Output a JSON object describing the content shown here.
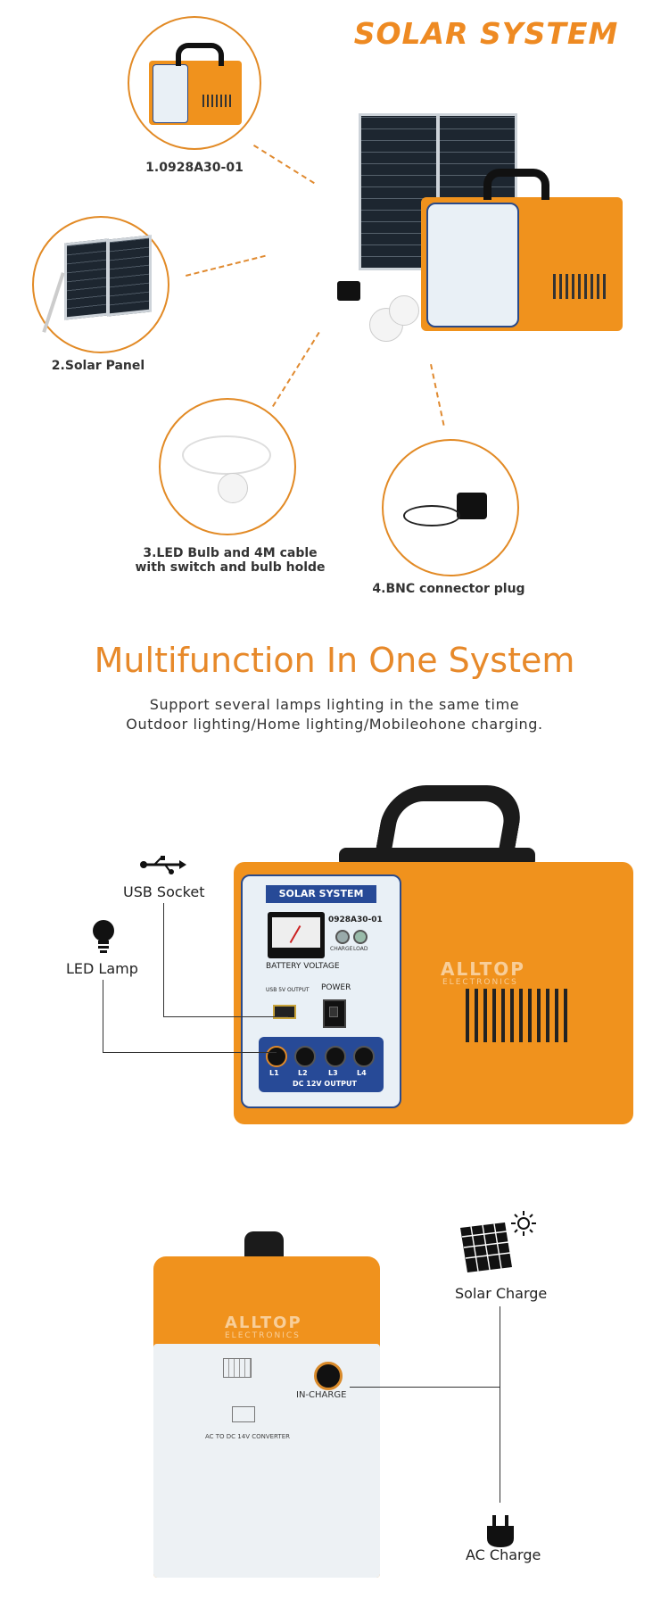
{
  "header": {
    "title": "SOLAR SYSTEM"
  },
  "components": [
    {
      "label": "1.0928A30-01"
    },
    {
      "label": "2.Solar Panel"
    },
    {
      "label_line1": "3.LED Bulb and 4M cable",
      "label_line2": "with switch and bulb holde"
    },
    {
      "label": "4.BNC connector plug"
    }
  ],
  "section": {
    "heading": "Multifunction In One System",
    "subtitle_line1": "Support several lamps lighting in the same time",
    "subtitle_line2": "Outdoor lighting/Home lighting/Mobileohone charging."
  },
  "front_callouts": {
    "usb": "USB Socket",
    "led": "LED Lamp"
  },
  "device": {
    "panel_title": "SOLAR SYSTEM",
    "model": "0928A30-01",
    "battery_voltage": "BATTERY VOLTAGE",
    "power": "POWER",
    "usb_output": "USB 5V OUTPUT",
    "charge": "CHARGE",
    "load": "LOAD",
    "outputs": [
      "L1",
      "L2",
      "L3",
      "L4"
    ],
    "dc_output": "DC 12V OUTPUT",
    "brand": "ALLTOP",
    "brand_sub": "ELECTRONICS"
  },
  "back": {
    "in_charge": "IN-CHARGE",
    "converter": "AC TO DC 14V CONVERTER",
    "solar_charge": "Solar Charge",
    "ac_charge": "AC Charge"
  },
  "colors": {
    "accent": "#ee8a22",
    "navy": "#274a97",
    "box": "#f0921d"
  },
  "icons": [
    "usb-icon",
    "bulb-icon",
    "solar-panel-icon",
    "sun-icon",
    "plug-icon"
  ]
}
